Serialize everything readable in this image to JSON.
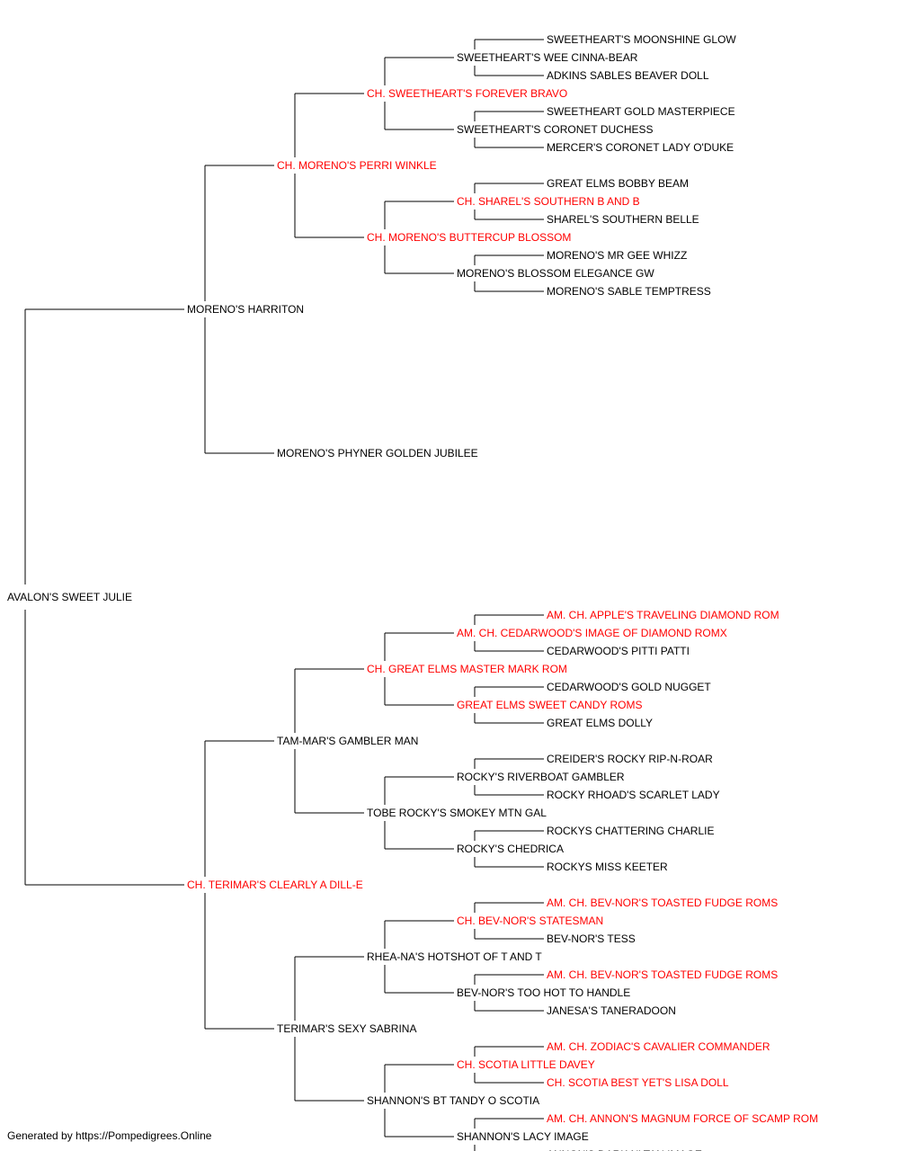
{
  "colors": {
    "line": "#000000",
    "normal": "#000000",
    "champion": "#ff0000"
  },
  "credit": "Generated by https://Pompedigrees.Online",
  "pedigree": {
    "name": "AVALON'S SWEET JULIE",
    "champion": false,
    "sire": {
      "name": "MORENO'S HARRITON",
      "champion": false,
      "sire": {
        "name": "CH. MORENO'S PERRI WINKLE",
        "champion": true,
        "sire": {
          "name": "CH. SWEETHEART'S FOREVER BRAVO",
          "champion": true,
          "sire": {
            "name": "SWEETHEART'S WEE CINNA-BEAR",
            "champion": false,
            "sire": {
              "name": "SWEETHEART'S MOONSHINE GLOW",
              "champion": false
            },
            "dam": {
              "name": "ADKINS SABLES BEAVER DOLL",
              "champion": false
            }
          },
          "dam": {
            "name": "SWEETHEART'S CORONET DUCHESS",
            "champion": false,
            "sire": {
              "name": "SWEETHEART GOLD MASTERPIECE",
              "champion": false
            },
            "dam": {
              "name": "MERCER'S CORONET LADY O'DUKE",
              "champion": false
            }
          }
        },
        "dam": {
          "name": "CH. MORENO'S BUTTERCUP BLOSSOM",
          "champion": true,
          "sire": {
            "name": "CH. SHAREL'S SOUTHERN B AND B",
            "champion": true,
            "sire": {
              "name": "GREAT ELMS BOBBY BEAM",
              "champion": false
            },
            "dam": {
              "name": "SHAREL'S SOUTHERN BELLE",
              "champion": false
            }
          },
          "dam": {
            "name": "MORENO'S BLOSSOM ELEGANCE GW",
            "champion": false,
            "sire": {
              "name": "MORENO'S MR GEE WHIZZ",
              "champion": false
            },
            "dam": {
              "name": "MORENO'S SABLE TEMPTRESS",
              "champion": false
            }
          }
        }
      },
      "dam": {
        "name": "MORENO'S PHYNER GOLDEN JUBILEE",
        "champion": false
      }
    },
    "dam": {
      "name": "CH. TERIMAR'S CLEARLY A DILL-E",
      "champion": true,
      "sire": {
        "name": "TAM-MAR'S GAMBLER MAN",
        "champion": false,
        "sire": {
          "name": "CH. GREAT ELMS MASTER MARK ROM",
          "champion": true,
          "sire": {
            "name": "AM. CH. CEDARWOOD'S IMAGE OF DIAMOND ROMX",
            "champion": true,
            "sire": {
              "name": "AM. CH. APPLE'S TRAVELING DIAMOND ROM",
              "champion": true
            },
            "dam": {
              "name": "CEDARWOOD'S PITTI PATTI",
              "champion": false
            }
          },
          "dam": {
            "name": "GREAT ELMS SWEET CANDY ROMS",
            "champion": true,
            "sire": {
              "name": "CEDARWOOD'S GOLD NUGGET",
              "champion": false
            },
            "dam": {
              "name": "GREAT ELMS DOLLY",
              "champion": false
            }
          }
        },
        "dam": {
          "name": "TOBE ROCKY'S SMOKEY MTN GAL",
          "champion": false,
          "sire": {
            "name": "ROCKY'S RIVERBOAT GAMBLER",
            "champion": false,
            "sire": {
              "name": "CREIDER'S ROCKY RIP-N-ROAR",
              "champion": false
            },
            "dam": {
              "name": "ROCKY RHOAD'S SCARLET LADY",
              "champion": false
            }
          },
          "dam": {
            "name": "ROCKY'S CHEDRICA",
            "champion": false,
            "sire": {
              "name": "ROCKYS CHATTERING CHARLIE",
              "champion": false
            },
            "dam": {
              "name": "ROCKYS MISS KEETER",
              "champion": false
            }
          }
        }
      },
      "dam": {
        "name": "TERIMAR'S SEXY SABRINA",
        "champion": false,
        "sire": {
          "name": "RHEA-NA'S HOTSHOT OF T AND T",
          "champion": false,
          "sire": {
            "name": "CH. BEV-NOR'S STATESMAN",
            "champion": true,
            "sire": {
              "name": "AM. CH. BEV-NOR'S TOASTED FUDGE ROMS",
              "champion": true
            },
            "dam": {
              "name": "BEV-NOR'S TESS",
              "champion": false
            }
          },
          "dam": {
            "name": "BEV-NOR'S TOO HOT TO HANDLE",
            "champion": false,
            "sire": {
              "name": "AM. CH. BEV-NOR'S TOASTED FUDGE ROMS",
              "champion": true
            },
            "dam": {
              "name": "JANESA'S TANERADOON",
              "champion": false
            }
          }
        },
        "dam": {
          "name": "SHANNON'S BT TANDY O SCOTIA",
          "champion": false,
          "sire": {
            "name": "CH. SCOTIA LITTLE DAVEY",
            "champion": true,
            "sire": {
              "name": "AM. CH. ZODIAC'S CAVALIER COMMANDER",
              "champion": true
            },
            "dam": {
              "name": "CH. SCOTIA BEST YET'S LISA DOLL",
              "champion": true
            }
          },
          "dam": {
            "name": "SHANNON'S LACY IMAGE",
            "champion": false,
            "sire": {
              "name": "AM. CH. ANNON'S MAGNUM FORCE OF SCAMP ROM",
              "champion": true
            },
            "dam": {
              "name": "ANNON'S DARK N' TAN IMAGE",
              "champion": false
            }
          }
        }
      }
    }
  }
}
